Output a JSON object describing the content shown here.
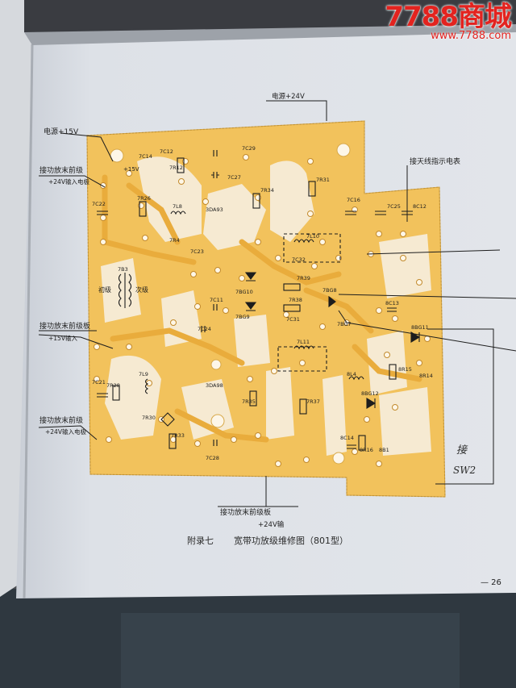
{
  "watermark": {
    "brand": "7788商城",
    "url": "www.7788.com"
  },
  "caption": {
    "appendix": "附录七",
    "title": "宽带功放级维修图（801型）"
  },
  "page_number": "— 26",
  "annotations": {
    "power_top": "电源+24V",
    "power_left": "电源+15V",
    "left_1": "接功放末前级",
    "left_1b": "+24V输入电极",
    "left_2": "接功放末前级板",
    "left_2b": "+15V输入",
    "left_3": "接功放末前级",
    "left_3b": "+24V输入电极",
    "meter": "接天线指示电表",
    "bottom": "接功放末前级板",
    "bottom_b": "+24V输",
    "connect": "接",
    "sw": "SW2",
    "v15": "+15V"
  },
  "components": {
    "c14": "7C14",
    "c12": "7C12",
    "r12": "7R12",
    "c29": "7C29",
    "c27": "7C27",
    "r34": "7R34",
    "r31": "7R31",
    "c16": "7C16",
    "c25": "7C25",
    "c12b": "8C12",
    "l8": "7L8",
    "da93": "3DA93",
    "r26": "7R26",
    "r4": "7R4",
    "c22": "7C22",
    "c23": "7C23",
    "l10": "7L10",
    "c32": "7C32",
    "t83": "7B3",
    "primary": "初级",
    "secondary": "次级",
    "bg10": "7BG10",
    "bg9": "7BG9",
    "r38": "7R38",
    "r39": "7R39",
    "bg8": "7BG8",
    "c11": "7C11",
    "bg7": "7BG7",
    "c31": "7C31",
    "c13": "8C13",
    "bg11": "8BG11",
    "c24": "7C24",
    "l11": "7L11",
    "r15": "8R15",
    "r14": "8R14",
    "c21": "7C21",
    "r28": "7R28",
    "l9": "7L9",
    "da98": "3DA98",
    "r35": "7R35",
    "r37": "7R37",
    "l4": "8L4",
    "bg12": "8BG12",
    "r30": "7R30",
    "r33": "7R33",
    "c28": "7C28",
    "c14b": "8C14",
    "r16": "8R16",
    "bb1": "8B1"
  }
}
